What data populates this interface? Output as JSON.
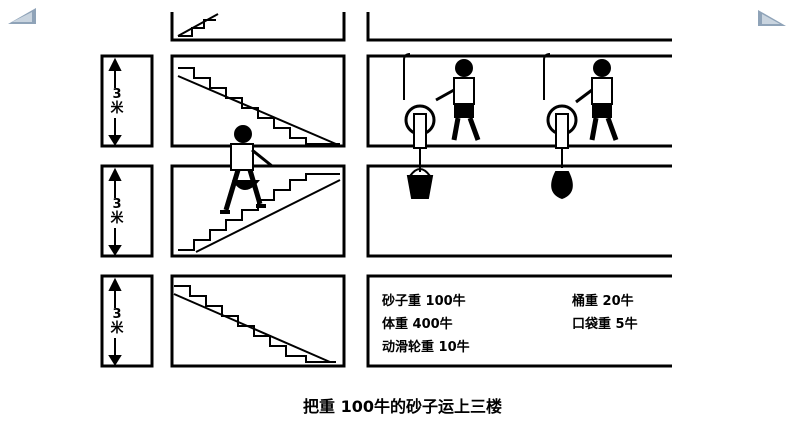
{
  "caption": "把重 100牛的砂子运上三楼",
  "floor_height_label": {
    "value": "3",
    "unit": "米"
  },
  "notes": {
    "sand_weight": "砂子重 100牛",
    "body_weight": "体重 400牛",
    "pulley_weight": "动滑轮重 10牛",
    "bucket_weight": "桶重 20牛",
    "bag_weight": "口袋重 5牛"
  },
  "colors": {
    "ink": "#000000",
    "slide_corner": "#8fa3b8",
    "background": "#ffffff"
  },
  "icons": {
    "left_corner": "triangle-corner-icon",
    "right_corner": "triangle-corner-icon"
  }
}
